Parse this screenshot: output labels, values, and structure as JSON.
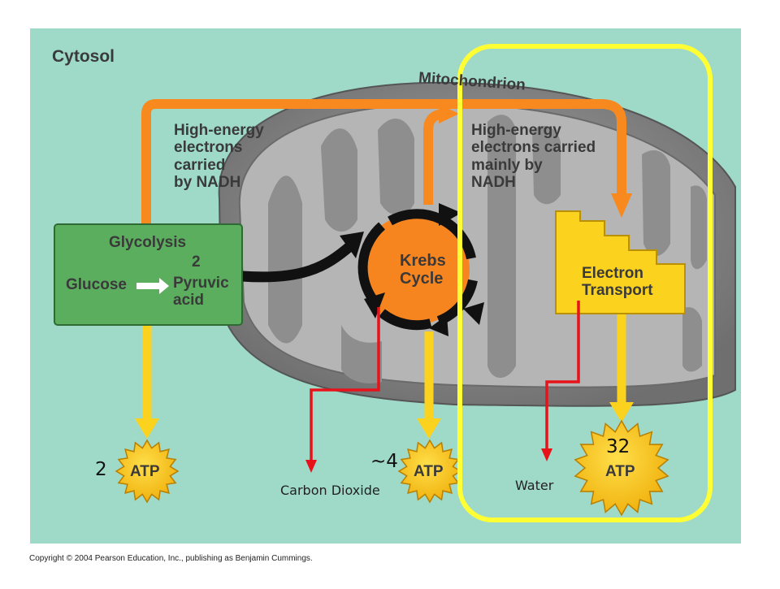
{
  "diagram": {
    "region_label": "Cytosol",
    "organelle_label": "Mitochondrion",
    "electrons_left": "High-energy\nelectrons\ncarried\nby NADH",
    "electrons_right": "High-energy\nelectrons carried\nmainly by\nNADH",
    "glycolysis": {
      "title": "Glycolysis",
      "count": "2",
      "input": "Glucose",
      "output": "Pyruvic\nacid"
    },
    "krebs": "Krebs\nCycle",
    "electron_transport": "Electron\nTransport",
    "atp_label": "ATP",
    "atp_counts": {
      "glycolysis": "2",
      "krebs": "~4",
      "electron_transport": "32"
    },
    "byproducts": {
      "krebs": "Carbon Dioxide",
      "electron_transport": "Water"
    },
    "copyright": "Copyright © 2004 Pearson Education, Inc., publishing as Benjamin Cummings."
  },
  "colors": {
    "cytosol_bg": "#9fdac8",
    "mitochondrion": "#8c8c8c",
    "glycolysis_box": "#5cae5f",
    "krebs": "#f7851f",
    "electron_transport": "#fbd21d",
    "atp_star": "#fbc31a",
    "nadh_arrow": "#f7891f",
    "atp_arrow": "#fbd21d",
    "byproduct_arrow": "#e8131a",
    "highlight": "#ffff33"
  }
}
